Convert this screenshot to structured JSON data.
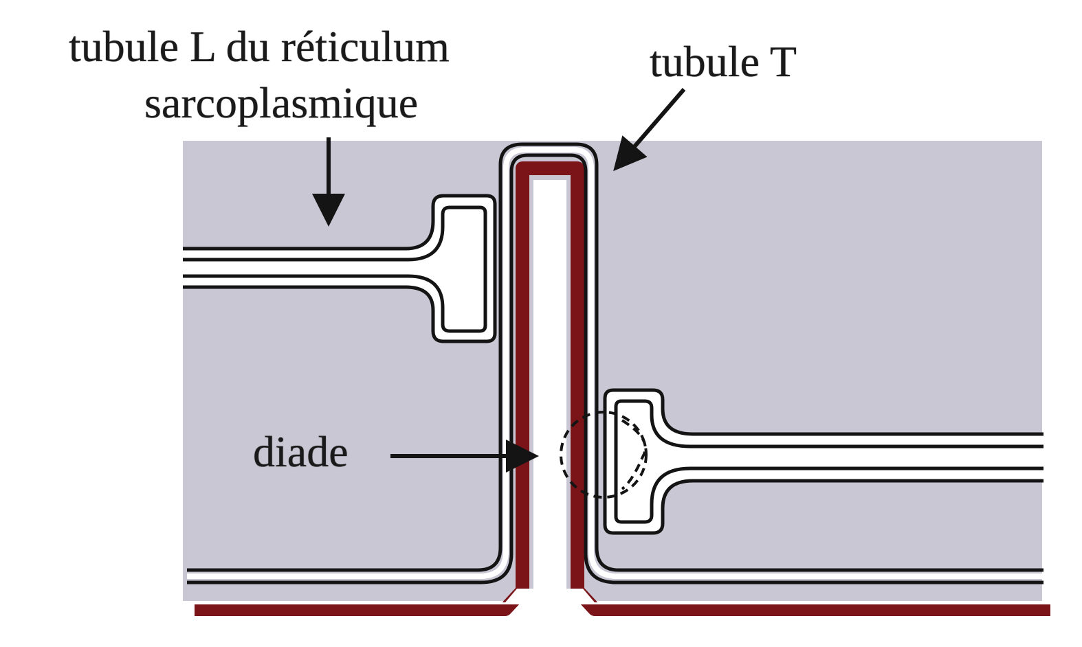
{
  "labels": {
    "l_tubule_line1": "tubule L du réticulum",
    "l_tubule_line2": "sarcoplasmique",
    "t_tubule": "tubule T",
    "diade": "diade"
  },
  "colors": {
    "cytoplasm": "#c8c7d3",
    "plasma_membrane": "#7a1418",
    "membrane_line": "#141414",
    "lumen": "#ffffff"
  }
}
